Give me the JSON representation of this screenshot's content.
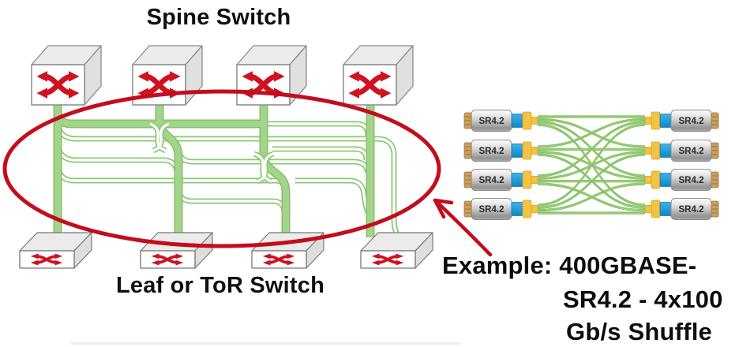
{
  "diagram": {
    "spine_label": "Spine Switch",
    "leaf_label": "Leaf or ToR Switch",
    "spine_switch_count": 4,
    "leaf_switch_count": 4
  },
  "callout": {
    "line1": "Example: 400GBASE-",
    "line2": "SR4.2 - 4x100",
    "line3": "Gb/s Shuffle"
  },
  "modules": {
    "left": [
      "SR4.2",
      "SR4.2",
      "SR4.2",
      "SR4.2"
    ],
    "right": [
      "SR4.2",
      "SR4.2",
      "SR4.2",
      "SR4.2"
    ]
  },
  "colors": {
    "highlight_red": "#c20d1c",
    "switch_icon_red": "#cf1120",
    "fiber_green": "#8bc46a",
    "trunk_green": "#a2d48b",
    "connector_blue": "#1d9bd4",
    "boot_yellow": "#f3c341"
  }
}
